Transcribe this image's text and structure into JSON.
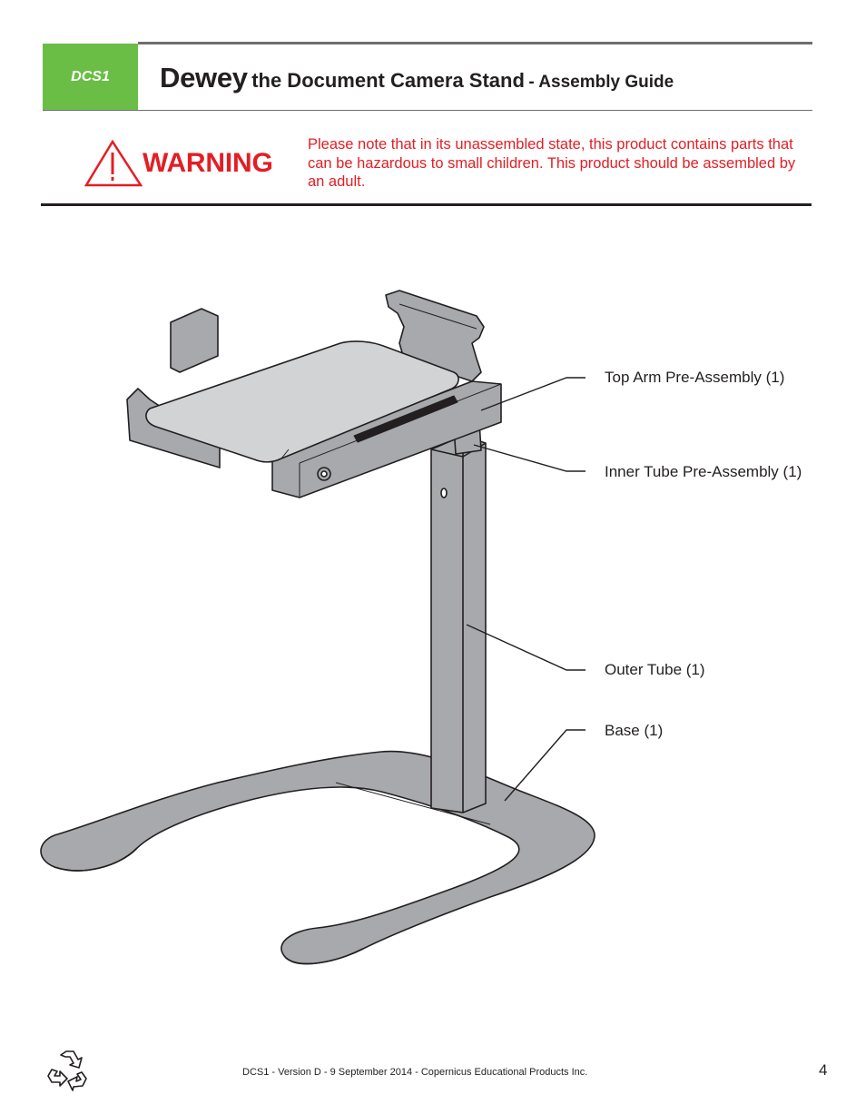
{
  "header": {
    "model_code": "DCS1",
    "title_main": "Dewey",
    "title_sub": "the Document Camera Stand",
    "title_guide": "- Assembly Guide"
  },
  "warning": {
    "label": "WARNING",
    "icon": "warning-triangle-icon",
    "message": "Please note that in its unassembled state, this product contains parts that can be hazardous to small children. This product should be assembled by an adult."
  },
  "parts": [
    {
      "label": "Top Arm Pre-Assembly (1)"
    },
    {
      "label": "Inner Tube Pre-Assembly (1)"
    },
    {
      "label": "Outer Tube (1)"
    },
    {
      "label": "Base (1)"
    }
  ],
  "footer": {
    "recycle_icon": "recycle-icon",
    "text": "DCS1 - Version D - 9 September 2014 - Copernicus Educational Products Inc.",
    "page_number": "4"
  },
  "colors": {
    "brand_green": "#6abd45",
    "warning_red": "#e31e24",
    "drawing_gray": "#a7a9ac",
    "drawing_light": "#d1d3d4"
  }
}
